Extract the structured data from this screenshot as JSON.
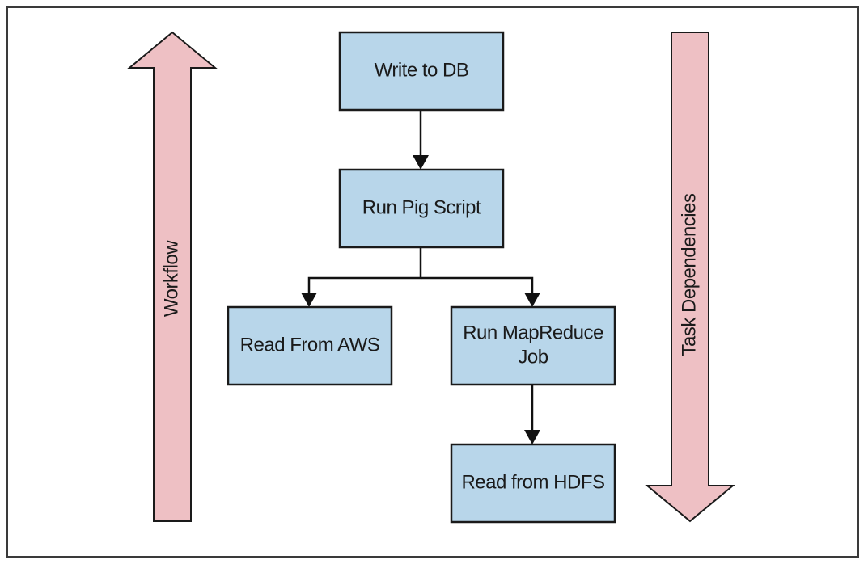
{
  "diagram": {
    "side_labels": {
      "left": "Workflow",
      "right": "Task Dependencies"
    },
    "nodes": [
      {
        "id": "write-to-db",
        "lines": [
          "Write to DB"
        ]
      },
      {
        "id": "run-pig-script",
        "lines": [
          "Run Pig Script"
        ]
      },
      {
        "id": "read-from-aws",
        "lines": [
          "Read From AWS"
        ]
      },
      {
        "id": "run-mapreduce-job",
        "lines": [
          "Run MapReduce",
          "Job"
        ]
      },
      {
        "id": "read-from-hdfs",
        "lines": [
          "Read from HDFS"
        ]
      }
    ],
    "edges": [
      {
        "from": "write-to-db",
        "to": "run-pig-script"
      },
      {
        "from": "run-pig-script",
        "to": "read-from-aws"
      },
      {
        "from": "run-pig-script",
        "to": "run-mapreduce-job"
      },
      {
        "from": "run-mapreduce-job",
        "to": "read-from-hdfs"
      }
    ],
    "colors": {
      "box_fill": "#b8d6ea",
      "arrow_fill": "#eec0c4",
      "stroke": "#1a1a1a"
    }
  }
}
